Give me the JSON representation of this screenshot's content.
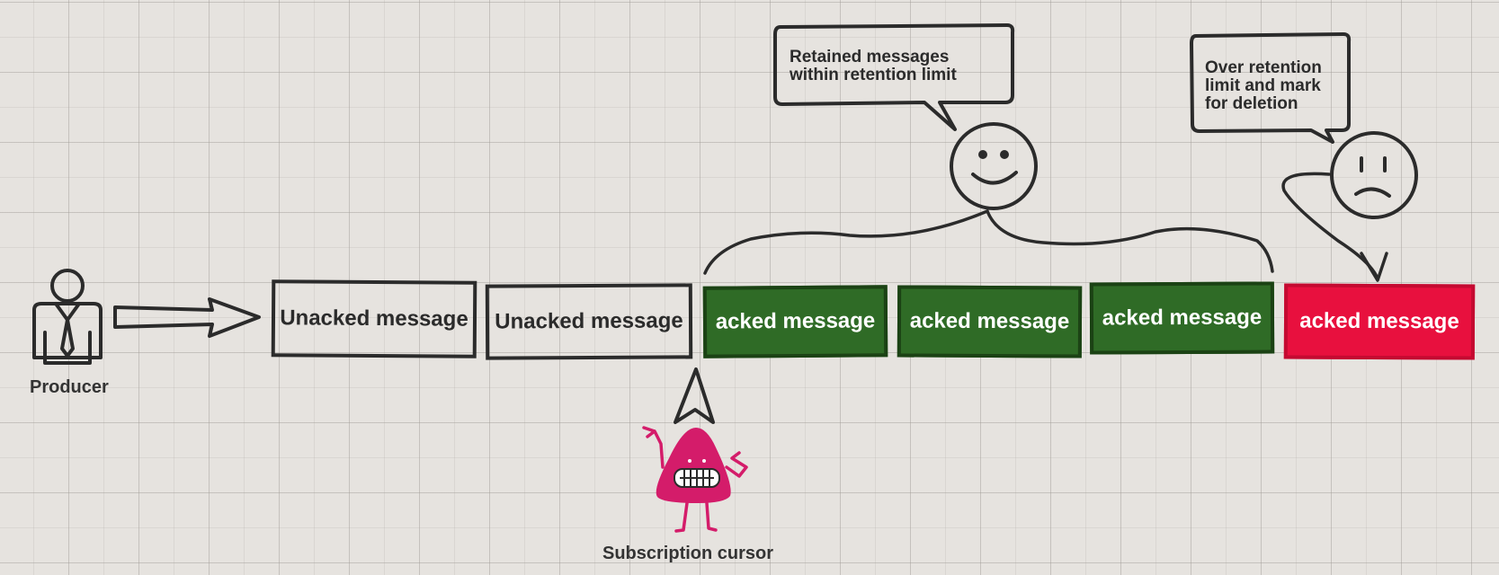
{
  "producer": {
    "label": "Producer"
  },
  "cursor": {
    "label": "Subscription cursor"
  },
  "messages": [
    {
      "label": "Unacked message",
      "state": "unacked"
    },
    {
      "label": "Unacked message",
      "state": "unacked"
    },
    {
      "label": "acked message",
      "state": "acked"
    },
    {
      "label": "acked message",
      "state": "acked"
    },
    {
      "label": "acked message",
      "state": "acked"
    },
    {
      "label": "acked message",
      "state": "deleted"
    }
  ],
  "callouts": {
    "retained": {
      "lines": [
        "Retained messages",
        "within retention limit"
      ]
    },
    "over_limit": {
      "lines": [
        "Over retention",
        "limit and mark",
        "for deletion"
      ]
    }
  },
  "colors": {
    "acked": "#2f6b26",
    "deleted": "#e8103e",
    "cursor_character": "#d41c6a",
    "ink": "#2b2b2b"
  }
}
